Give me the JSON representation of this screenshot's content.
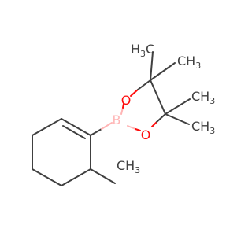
{
  "molecule": {
    "colors": {
      "carbon_bond": "#404040",
      "oxygen": "#ff0d0d",
      "boron": "#ffb5b5",
      "methyl_text": "#404040",
      "background": "#ffffff"
    },
    "atoms": {
      "boron": "B",
      "oxygen_top": "O",
      "oxygen_bottom": "O"
    },
    "methyls": {
      "m1": {
        "main": "H",
        "sub": "3",
        "tail": "C"
      },
      "m2": {
        "main": "CH",
        "sub": "3"
      },
      "m3": {
        "main": "CH",
        "sub": "3"
      },
      "m4": {
        "main": "CH",
        "sub": "3"
      },
      "m5": {
        "main": "CH",
        "sub": "3"
      }
    }
  }
}
